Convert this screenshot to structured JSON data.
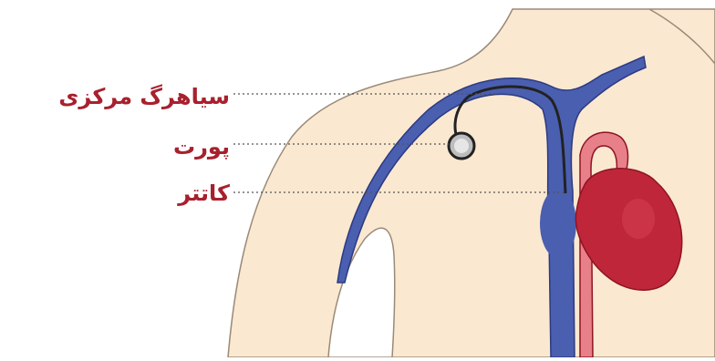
{
  "labels": {
    "central_vein": "سیاهرگ مرکزی",
    "port": "پورت",
    "catheter": "کاتتر"
  },
  "colors": {
    "label_text": "#a8202e",
    "skin": "#fbe8d1",
    "skin_outline": "#9a8a78",
    "vein": "#4a5fb0",
    "vein_outline": "#2c3a80",
    "artery": "#e8808a",
    "heart": "#c0263a",
    "heart_dark": "#8e1424",
    "catheter_line": "#222222",
    "leader_line": "#555555"
  }
}
